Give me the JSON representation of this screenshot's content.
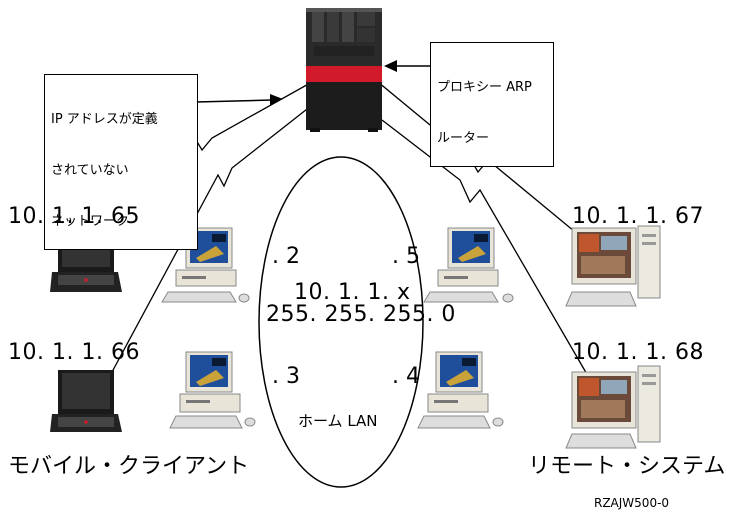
{
  "callouts": {
    "unassigned_network": [
      "IP アドレスが定義",
      "されていない",
      "ネットワーク"
    ],
    "proxy_arp": [
      "プロキシー ARP",
      "ルーター"
    ]
  },
  "mobile_clients": {
    "ip_top": "10. 1. 1. 65",
    "ip_bottom": "10. 1. 1. 66",
    "label": "モバイル・クライアント"
  },
  "remote_systems": {
    "ip_top": "10. 1. 1. 67",
    "ip_bottom": "10. 1. 1. 68",
    "label": "リモート・システム"
  },
  "home_lan": {
    "network": "10. 1. 1. x",
    "netmask": "255. 255. 255. 0",
    "host_2": ". 2",
    "host_3": ". 3",
    "host_4": ". 4",
    "host_5": ". 5",
    "label": "ホーム LAN"
  },
  "figure_id": "RZAJW500-0"
}
